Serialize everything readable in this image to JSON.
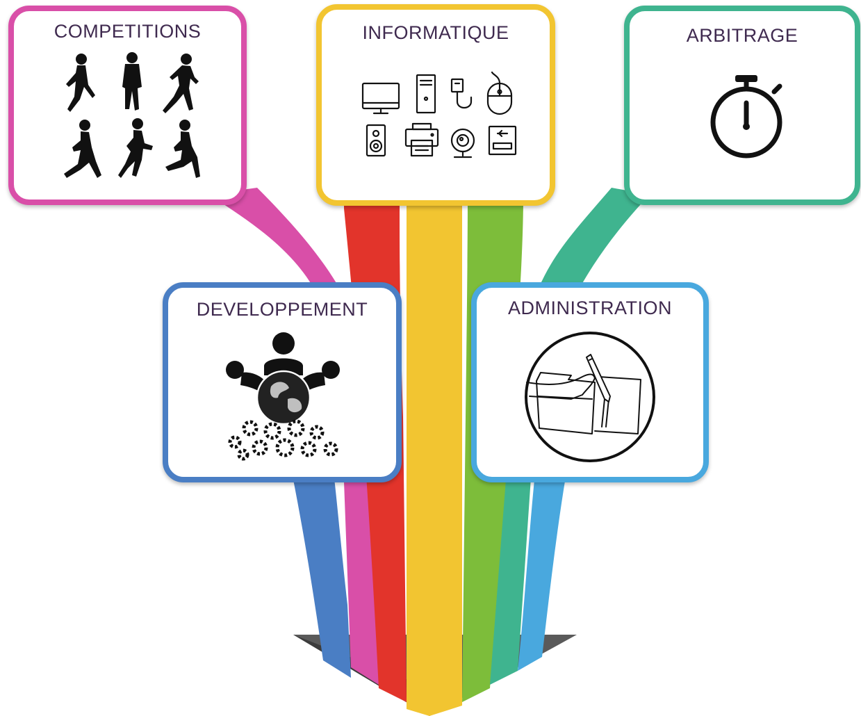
{
  "colors": {
    "pink": "#d94fa8",
    "yellow": "#f2c531",
    "teal": "#3fb48f",
    "blue": "#4a7ec4",
    "light_blue": "#49a8de",
    "red": "#e2342b",
    "green": "#7dbd3a",
    "title_text": "#3f2a4f",
    "arrow_head": "#5a5a5a"
  },
  "cards": {
    "competitions": {
      "title": "COMPETITIONS",
      "icon": "runners-icon",
      "color": "#d94fa8"
    },
    "informatique": {
      "title": "INFORMATIQUE",
      "icon": "computer-devices-icon",
      "color": "#f2c531"
    },
    "arbitrage": {
      "title": "ARBITRAGE",
      "icon": "stopwatch-icon",
      "color": "#3fb48f"
    },
    "developpement": {
      "title": "DEVELOPPEMENT",
      "icon": "team-globe-gears-icon",
      "color": "#4a7ec4"
    },
    "administration": {
      "title": "ADMINISTRATION",
      "icon": "signing-document-icon",
      "color": "#49a8de"
    }
  }
}
